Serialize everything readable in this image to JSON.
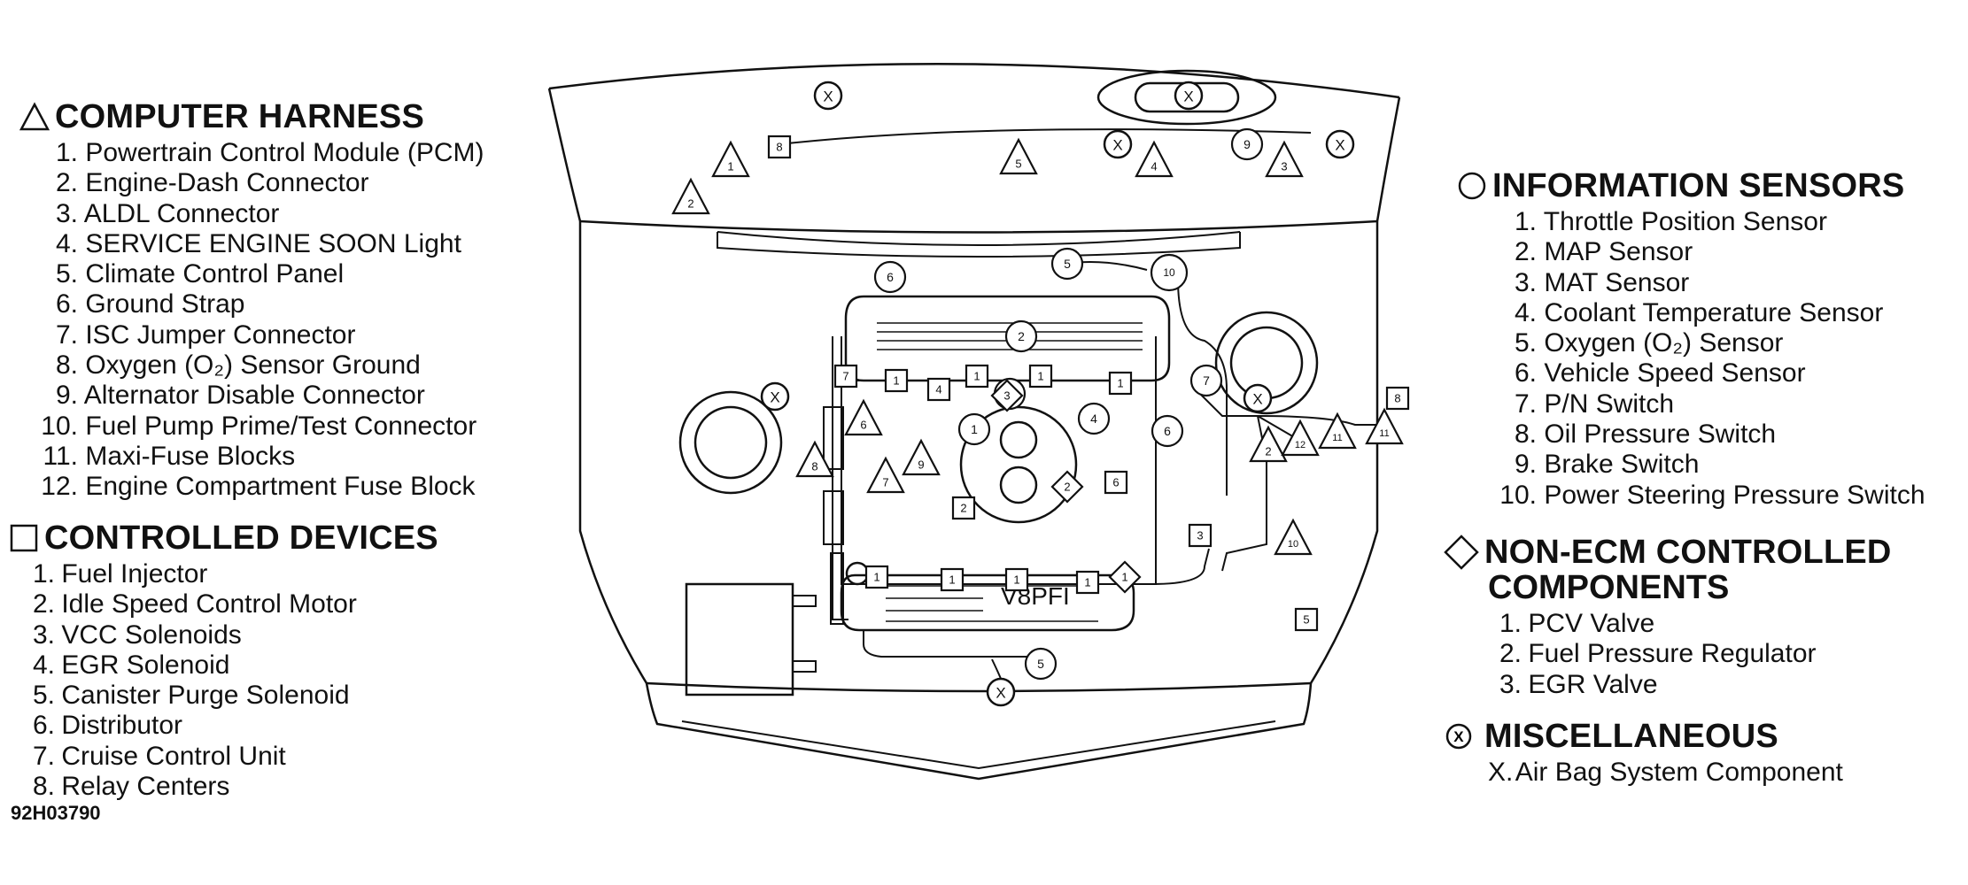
{
  "computer_harness": {
    "title": "COMPUTER HARNESS",
    "items": [
      {
        "n": "1.",
        "label": "Powertrain Control Module (PCM)"
      },
      {
        "n": "2.",
        "label": "Engine-Dash Connector"
      },
      {
        "n": "3.",
        "label": "ALDL Connector"
      },
      {
        "n": "4.",
        "label": "SERVICE ENGINE SOON Light"
      },
      {
        "n": "5.",
        "label": "Climate Control Panel"
      },
      {
        "n": "6.",
        "label": "Ground Strap"
      },
      {
        "n": "7.",
        "label": "ISC Jumper Connector"
      },
      {
        "n": "8.",
        "label": "Oxygen (O₂) Sensor Ground"
      },
      {
        "n": "9.",
        "label": "Alternator Disable Connector"
      },
      {
        "n": "10.",
        "label": "Fuel Pump Prime/Test Connector"
      },
      {
        "n": "11.",
        "label": "Maxi-Fuse Blocks"
      },
      {
        "n": "12.",
        "label": "Engine Compartment Fuse Block"
      }
    ]
  },
  "controlled_devices": {
    "title": "CONTROLLED DEVICES",
    "items": [
      {
        "n": "1.",
        "label": "Fuel Injector"
      },
      {
        "n": "2.",
        "label": "Idle Speed Control Motor"
      },
      {
        "n": "3.",
        "label": "VCC Solenoids"
      },
      {
        "n": "4.",
        "label": "EGR Solenoid"
      },
      {
        "n": "5.",
        "label": "Canister Purge Solenoid"
      },
      {
        "n": "6.",
        "label": "Distributor"
      },
      {
        "n": "7.",
        "label": "Cruise Control Unit"
      },
      {
        "n": "8.",
        "label": "Relay Centers"
      }
    ]
  },
  "information_sensors": {
    "title": "INFORMATION SENSORS",
    "items": [
      {
        "n": "1.",
        "label": "Throttle Position Sensor"
      },
      {
        "n": "2.",
        "label": "MAP Sensor"
      },
      {
        "n": "3.",
        "label": "MAT Sensor"
      },
      {
        "n": "4.",
        "label": "Coolant Temperature Sensor"
      },
      {
        "n": "5.",
        "label": "Oxygen (O₂) Sensor"
      },
      {
        "n": "6.",
        "label": "Vehicle Speed Sensor"
      },
      {
        "n": "7.",
        "label": "P/N Switch"
      },
      {
        "n": "8.",
        "label": "Oil Pressure Switch"
      },
      {
        "n": "9.",
        "label": "Brake Switch"
      },
      {
        "n": "10.",
        "label": "Power Steering Pressure Switch"
      }
    ]
  },
  "non_ecm": {
    "title_line1": "NON-ECM CONTROLLED",
    "title_line2": "COMPONENTS",
    "items": [
      {
        "n": "1.",
        "label": "PCV Valve"
      },
      {
        "n": "2.",
        "label": "Fuel Pressure Regulator"
      },
      {
        "n": "3.",
        "label": "EGR Valve"
      }
    ]
  },
  "miscellaneous": {
    "title": "MISCELLANEOUS",
    "items": [
      {
        "n": "X.",
        "label": "Air Bag System Component"
      }
    ]
  },
  "figure_id": "92H03790",
  "engine_label": "V8PFI",
  "markers": {
    "triangles": [
      "1",
      "2",
      "5",
      "4",
      "3",
      "6",
      "8",
      "7",
      "9",
      "2",
      "12",
      "11",
      "11",
      "10"
    ],
    "squares": [
      "8",
      "7",
      "1",
      "4",
      "1",
      "1",
      "1",
      "6",
      "2",
      "3",
      "1",
      "1",
      "1",
      "1",
      "8",
      "5"
    ],
    "circles": [
      "9",
      "6",
      "5",
      "10",
      "2",
      "3",
      "1",
      "4",
      "6",
      "7",
      "5"
    ],
    "diamonds": [
      "3",
      "2",
      "1"
    ],
    "misc": [
      "X",
      "X",
      "X",
      "X",
      "X",
      "X",
      "X"
    ]
  }
}
